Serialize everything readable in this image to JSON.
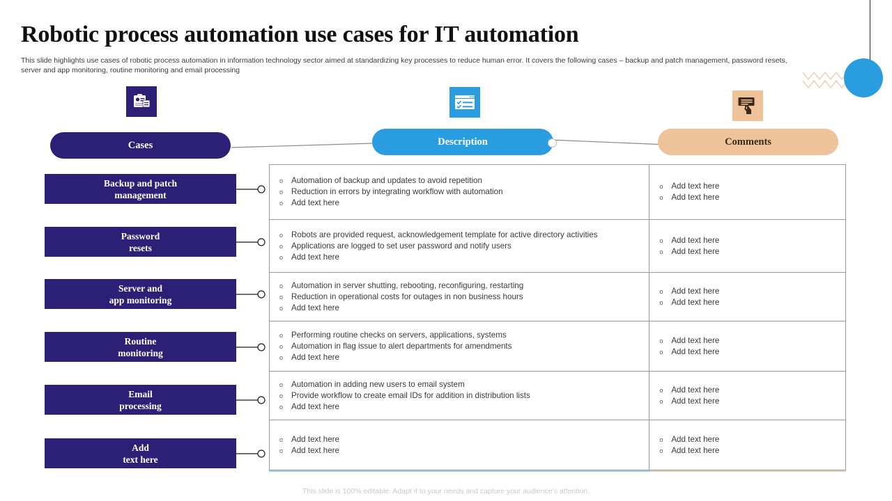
{
  "slide": {
    "title": "Robotic process automation use cases for IT automation",
    "subtitle": "This slide highlights use cases of robotic process automation in information technology sector aimed at standardizing key processes to reduce human error. It covers the following cases – backup and patch management, password resets, server and app monitoring, routine monitoring and email processing",
    "footer": "This slide is 100% editable. Adapt it to your needs and capture your audience's attention."
  },
  "colors": {
    "navy": "#2b2075",
    "blue": "#2a9ce0",
    "tan": "#eec39a",
    "desc_accent": "#9ecfe3",
    "comments_accent": "#e5cfb4"
  },
  "headers": {
    "cases": "Cases",
    "description": "Description",
    "comments": "Comments"
  },
  "icons": {
    "cases": "id-card-icon",
    "description": "checklist-window-icon",
    "comments": "speech-bubble-hand-icon"
  },
  "cases": [
    {
      "line1": "Backup and patch",
      "line2": "management"
    },
    {
      "line1": "Password",
      "line2": "resets"
    },
    {
      "line1": "Server and",
      "line2": "app monitoring"
    },
    {
      "line1": "Routine",
      "line2": "monitoring"
    },
    {
      "line1": "Email",
      "line2": "processing"
    },
    {
      "line1": "Add",
      "line2": "text here"
    }
  ],
  "rows": [
    {
      "description": [
        "Automation of backup and updates to avoid repetition",
        "Reduction in errors by integrating workflow with automation",
        "Add text here"
      ],
      "comments": [
        "Add text here",
        "Add text here"
      ]
    },
    {
      "description": [
        "Robots are provided request, acknowledgement template for active directory activities",
        "Applications are logged to set user password and notify users",
        "Add text here"
      ],
      "comments": [
        "Add text here",
        "Add text here"
      ]
    },
    {
      "description": [
        "Automation in server shutting, rebooting, reconfiguring, restarting",
        "Reduction in operational costs for outages in non business hours",
        "Add text here"
      ],
      "comments": [
        "Add text here",
        "Add text here"
      ]
    },
    {
      "description": [
        "Performing routine checks on servers, applications, systems",
        "Automation in flag issue to alert departments for amendments",
        "Add text here"
      ],
      "comments": [
        "Add text here",
        "Add text here"
      ]
    },
    {
      "description": [
        "Automation in adding new users to email system",
        "Provide workflow to create email IDs for addition in distribution lists",
        "Add text here"
      ],
      "comments": [
        "Add text here",
        "Add text here"
      ]
    },
    {
      "description": [
        "Add text here",
        "Add text here"
      ],
      "comments": [
        "Add text here",
        "Add text here"
      ]
    }
  ],
  "bullet_mark": "o"
}
